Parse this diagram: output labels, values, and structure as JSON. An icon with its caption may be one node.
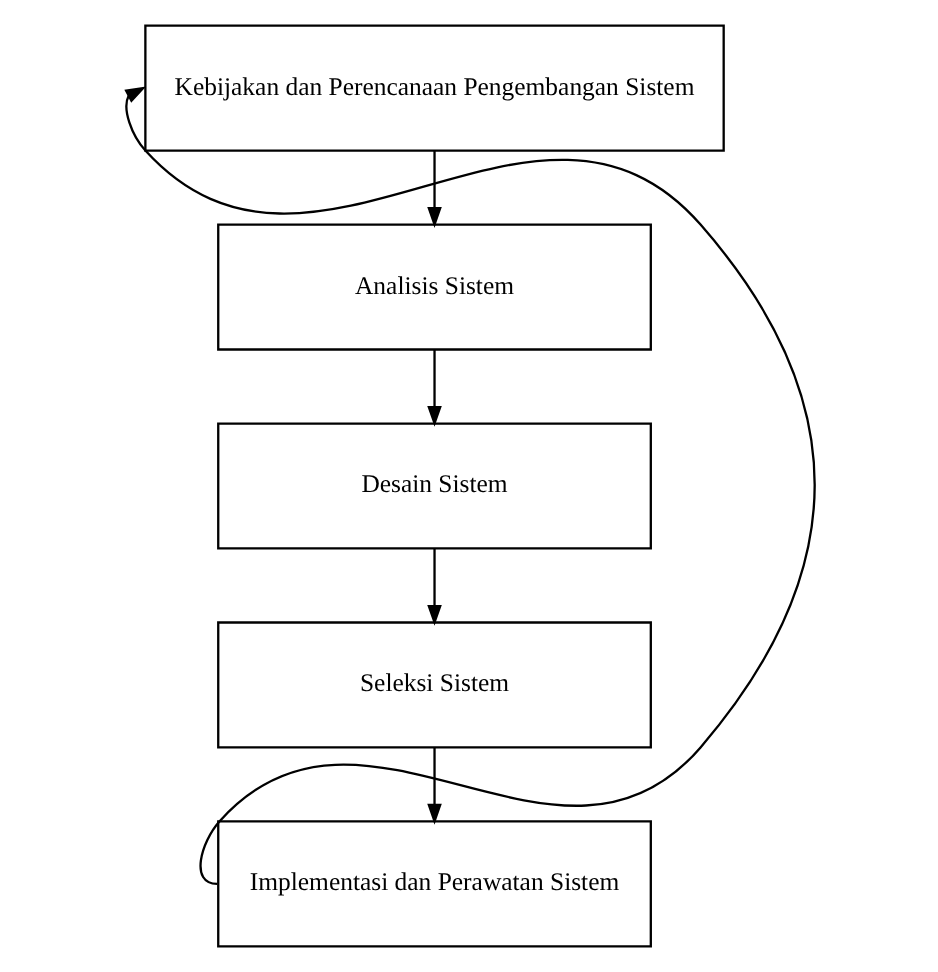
{
  "diagram": {
    "nodes": [
      {
        "text": [
          "Kebijakan dan Perencanaan Pengembangan Sistem"
        ]
      },
      {
        "text": [
          "Analisis Sistem"
        ]
      },
      {
        "text": [
          "Desain Sistem"
        ]
      },
      {
        "text": [
          "Seleksi Sistem"
        ]
      },
      {
        "text": [
          "Implementasi dan Perawatan Sistem"
        ]
      }
    ],
    "edges": [
      {
        "from": 0,
        "to": 1,
        "arrow": "to"
      },
      {
        "from": 1,
        "to": 2,
        "arrow": "to"
      },
      {
        "from": 2,
        "to": 3,
        "arrow": "to"
      },
      {
        "from": 3,
        "to": 4,
        "arrow": "to"
      },
      {
        "from": 4,
        "to": 0,
        "arrow": "to"
      }
    ]
  }
}
